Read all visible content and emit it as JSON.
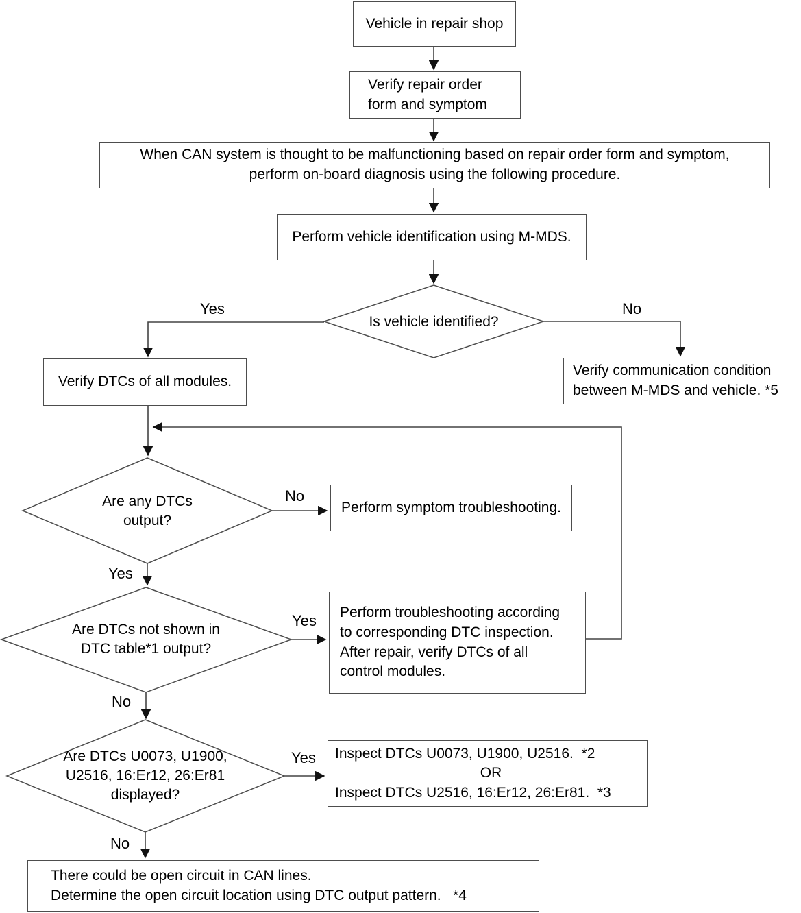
{
  "diagram_type": "flowchart",
  "colors": {
    "background": "#ffffff",
    "line": "#444444",
    "border": "#4d4d4d",
    "text": "#000000",
    "arrowhead": "#111111"
  },
  "nodes": {
    "vehicle_in_shop": {
      "text": "Vehicle in repair shop"
    },
    "verify_order": {
      "lines": [
        "Verify repair order",
        "form and symptom"
      ]
    },
    "when_can": {
      "lines": [
        "When CAN system is thought to be malfunctioning based on repair order form and symptom,",
        "perform on-board diagnosis using the following procedure."
      ]
    },
    "vehicle_id": {
      "text": "Perform vehicle identification using M-MDS."
    },
    "is_identified": {
      "text": "Is vehicle identified?"
    },
    "verify_dtcs": {
      "text": "Verify DTCs of all modules."
    },
    "verify_comm": {
      "lines": [
        "Verify communication condition",
        "between M-MDS and vehicle. *5"
      ]
    },
    "any_dtcs": {
      "lines": [
        "Are any DTCs",
        "output?"
      ]
    },
    "symptom_ts": {
      "text": "Perform symptom troubleshooting."
    },
    "dtc_table": {
      "lines": [
        "Are DTCs not shown in",
        "DTC table*1 output?"
      ]
    },
    "dtc_inspection": {
      "lines": [
        "Perform troubleshooting according",
        "to corresponding DTC inspection.",
        "After repair, verify DTCs of all",
        "control modules."
      ]
    },
    "dtc_codes": {
      "lines": [
        "Are DTCs U0073, U1900,",
        "U2516, 16:Er12, 26:Er81",
        "displayed?"
      ]
    },
    "inspect_dtcs": {
      "lines": [
        "Inspect DTCs U0073, U1900, U2516.  *2",
        "OR",
        "Inspect DTCs U2516, 16:Er12, 26:Er81.  *3"
      ]
    },
    "open_circuit": {
      "lines": [
        "There could be open circuit in CAN lines.",
        "Determine the open circuit location using DTC output pattern.   *4"
      ]
    }
  },
  "edge_labels": {
    "d1_yes": "Yes",
    "d1_no": "No",
    "d2_yes": "Yes",
    "d2_no": "No",
    "d3_yes": "Yes",
    "d3_no": "No",
    "d4_yes": "Yes",
    "d4_no": "No"
  },
  "edges": [
    {
      "from": "vehicle_in_shop",
      "to": "verify_order",
      "label": ""
    },
    {
      "from": "verify_order",
      "to": "when_can",
      "label": ""
    },
    {
      "from": "when_can",
      "to": "vehicle_id",
      "label": ""
    },
    {
      "from": "vehicle_id",
      "to": "is_identified",
      "label": ""
    },
    {
      "from": "is_identified",
      "to": "verify_dtcs",
      "label": "Yes"
    },
    {
      "from": "is_identified",
      "to": "verify_comm",
      "label": "No"
    },
    {
      "from": "verify_dtcs",
      "to": "any_dtcs",
      "label": ""
    },
    {
      "from": "any_dtcs",
      "to": "symptom_ts",
      "label": "No"
    },
    {
      "from": "any_dtcs",
      "to": "dtc_table",
      "label": "Yes"
    },
    {
      "from": "dtc_table",
      "to": "dtc_inspection",
      "label": "Yes"
    },
    {
      "from": "dtc_table",
      "to": "dtc_codes",
      "label": "No"
    },
    {
      "from": "dtc_inspection",
      "to": "any_dtcs",
      "label": ""
    },
    {
      "from": "dtc_codes",
      "to": "inspect_dtcs",
      "label": "Yes"
    },
    {
      "from": "dtc_codes",
      "to": "open_circuit",
      "label": "No"
    }
  ]
}
